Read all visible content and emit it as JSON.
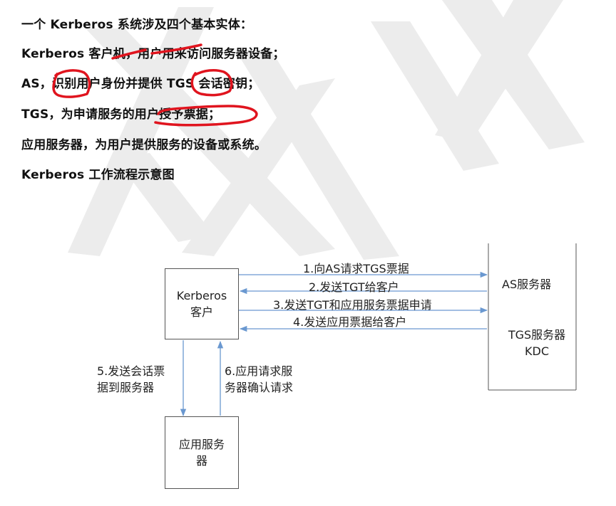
{
  "text": {
    "line1": "一个 Kerberos 系统涉及四个基本实体：",
    "line2": "Kerberos 客户机，用户用来访问服务器设备；",
    "line3": "AS，识别用户身份并提供 TGS 会话密钥；",
    "line4": "TGS，为申请服务的用户授予票据；",
    "line5": "应用服务器，为用户提供服务的设备或系统。",
    "line6": "Kerberos 工作流程示意图"
  },
  "diagram": {
    "nodes": {
      "client": "Kerberos\n客户",
      "as": "AS服务器",
      "tgs": "TGS服务器\nKDC",
      "app": "应用服务\n器"
    },
    "edges": {
      "e1": "1.向AS请求TGS票据",
      "e2": "2.发送TGT给客户",
      "e3": "3.发送TGT和应用服务票据申请",
      "e4": "4.发送应用票据给客户",
      "e5": "5.发送会话票\n据到服务器",
      "e6": "6.应用请求服\n务器确认请求"
    }
  },
  "colors": {
    "arrow": "#6a98d0",
    "ink": "#e0141e",
    "watermark": "#e9e9e9"
  }
}
